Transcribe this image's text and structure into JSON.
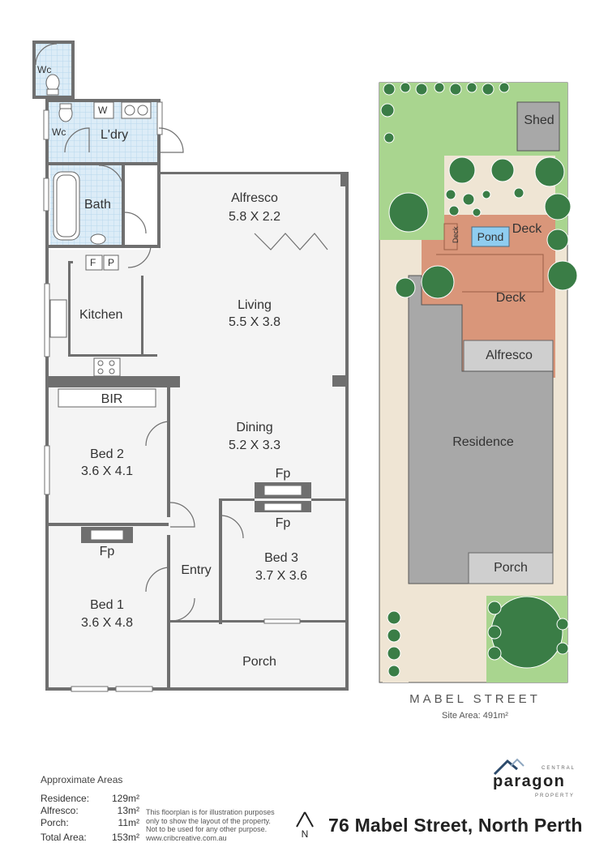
{
  "floorplan": {
    "rooms": {
      "wc_top": "Wc",
      "wc_second": "Wc",
      "laundry": "L'dry",
      "washer": "W",
      "bath": "Bath",
      "fridge": "F",
      "pantry": "P",
      "kitchen": "Kitchen",
      "alfresco_name": "Alfresco",
      "alfresco_size": "5.8 X 2.2",
      "living_name": "Living",
      "living_size": "5.5 X 3.8",
      "bir": "BIR",
      "dining_name": "Dining",
      "dining_size": "5.2 X 3.3",
      "bed2_name": "Bed 2",
      "bed2_size": "3.6 X 4.1",
      "fp_upper": "Fp",
      "fp_lower": "Fp",
      "fp_bed1": "Fp",
      "entry": "Entry",
      "bed3_name": "Bed 3",
      "bed3_size": "3.7 X 3.6",
      "bed1_name": "Bed 1",
      "bed1_size": "3.6 X 4.8",
      "porch": "Porch"
    }
  },
  "siteplan": {
    "shed": "Shed",
    "deck_upper": "Deck",
    "deck_side": "Deck",
    "pond": "Pond",
    "deck_main": "Deck",
    "alfresco": "Alfresco",
    "residence": "Residence",
    "porch": "Porch",
    "street": "MABEL STREET",
    "site_area": "Site Area: 491m²",
    "colors": {
      "lawn": "#a9d58f",
      "deck": "#d9967a",
      "building": "#a8a8a8",
      "paving": "#efe5d4",
      "pond": "#8fcdf0",
      "tree": "#3a7d46"
    }
  },
  "areas": {
    "title": "Approximate Areas",
    "rows": [
      {
        "label": "Residence:",
        "value": "129m²"
      },
      {
        "label": "Alfresco:",
        "value": "13m²"
      },
      {
        "label": "Porch:",
        "value": "11m²"
      },
      {
        "label": "Total Area:",
        "value": "153m²"
      }
    ]
  },
  "disclaimer": {
    "line1": "This floorplan is for illustration purposes",
    "line2": "only to show the layout of the property.",
    "line3": "Not to be used for any other purpose.",
    "line4": "www.cribcreative.com.au"
  },
  "compass_label": "N",
  "address": "76 Mabel Street, North Perth",
  "brand": {
    "top": "CENTRAL",
    "main": "paragon",
    "bottom": "PROPERTY"
  }
}
